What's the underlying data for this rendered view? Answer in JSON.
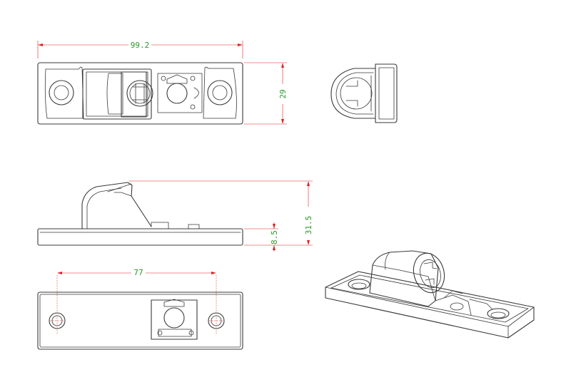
{
  "dimensions": {
    "overall_length": "99.2",
    "overall_width": "29",
    "overall_height": "31.5",
    "base_height": "8.5",
    "hole_spacing": "77"
  },
  "colors": {
    "outline": "#3a3a3a",
    "dimension_line": "#e02020",
    "dimension_text": "#2a9a2a",
    "background": "#ffffff"
  }
}
